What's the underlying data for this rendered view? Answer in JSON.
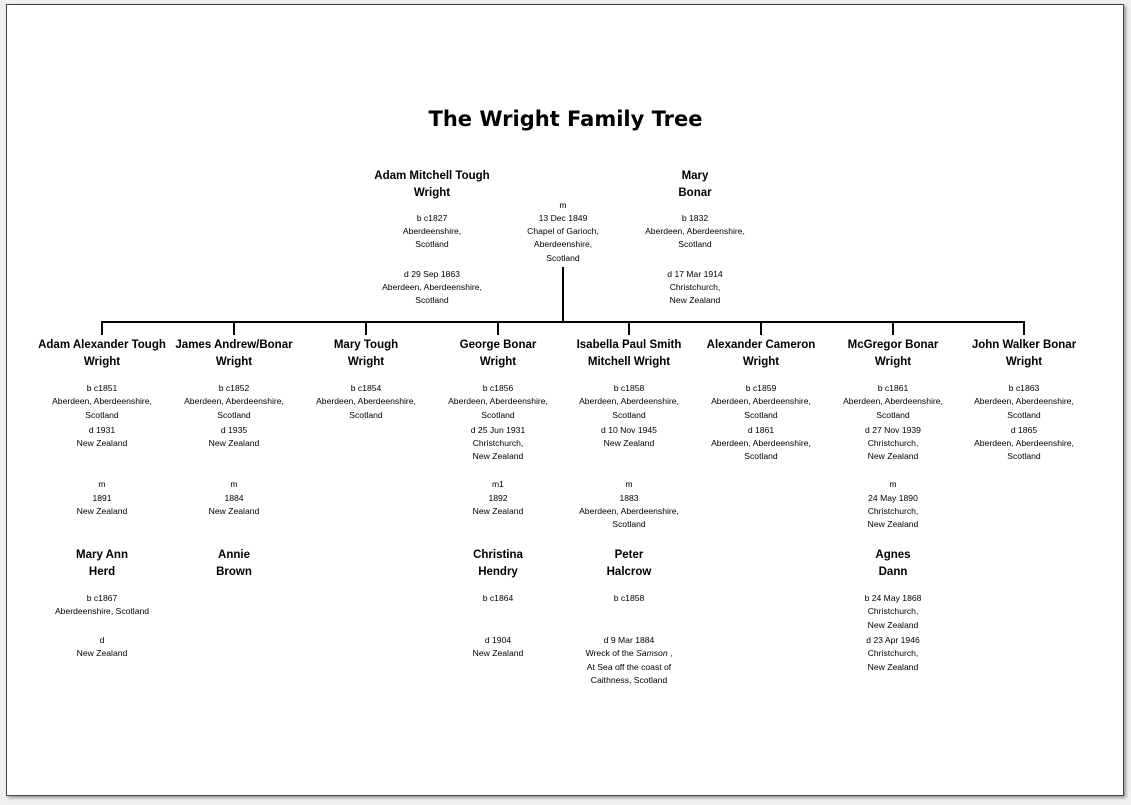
{
  "title": "The Wright Family Tree",
  "parents": {
    "father": {
      "name1": "Adam Mitchell Tough",
      "name2": "Wright",
      "birth": [
        "b c1827",
        "Aberdeenshire,",
        "Scotland"
      ],
      "death": [
        "d 29 Sep 1863",
        "Aberdeen, Aberdeenshire,",
        "Scotland"
      ]
    },
    "marriage": [
      "m",
      "13 Dec 1849",
      "Chapel of Garioch,",
      "Aberdeenshire,",
      "Scotland"
    ],
    "mother": {
      "name1": "Mary",
      "name2": "Bonar",
      "birth": [
        "b 1832",
        "Aberdeen, Aberdeenshire,",
        "Scotland"
      ],
      "death": [
        "d 17 Mar 1914",
        "Christchurch,",
        "New Zealand"
      ]
    }
  },
  "children": [
    {
      "name1": "Adam Alexander Tough",
      "name2": "Wright",
      "birth": [
        "b c1851",
        "Aberdeen, Aberdeenshire,",
        "Scotland"
      ],
      "death": [
        "d 1931",
        "New Zealand"
      ],
      "marriage": [
        "m",
        "1891",
        "New Zealand"
      ],
      "spouse": {
        "name1": "Mary Ann",
        "name2": "Herd",
        "birth": [
          "b c1867",
          "Aberdeenshire, Scotland"
        ],
        "death": [
          "d",
          "New Zealand"
        ]
      }
    },
    {
      "name1": "James Andrew/Bonar",
      "name2": "Wright",
      "birth": [
        "b c1852",
        "Aberdeen, Aberdeenshire,",
        "Scotland"
      ],
      "death": [
        "d 1935",
        "New Zealand"
      ],
      "marriage": [
        "m",
        "1884",
        "New Zealand"
      ],
      "spouse": {
        "name1": "Annie",
        "name2": "Brown",
        "birth": [],
        "death": []
      }
    },
    {
      "name1": "Mary Tough",
      "name2": "Wright",
      "birth": [
        "b c1854",
        "Aberdeen, Aberdeenshire,",
        "Scotland"
      ],
      "death": [],
      "marriage": [],
      "spouse": null
    },
    {
      "name1": "George Bonar",
      "name2": "Wright",
      "birth": [
        "b c1856",
        "Aberdeen, Aberdeenshire,",
        "Scotland"
      ],
      "death": [
        "d 25 Jun 1931",
        "Christchurch,",
        "New Zealand"
      ],
      "marriage": [
        "m1",
        "1892",
        "New Zealand"
      ],
      "spouse": {
        "name1": "Christina",
        "name2": "Hendry",
        "birth": [
          "b c1864"
        ],
        "death": [
          "d 1904",
          "New Zealand"
        ]
      }
    },
    {
      "name1": "Isabella Paul Smith",
      "name2": "Mitchell Wright",
      "birth": [
        "b c1858",
        "Aberdeen, Aberdeenshire,",
        "Scotland"
      ],
      "death": [
        "d 10 Nov 1945",
        "New Zealand"
      ],
      "marriage": [
        "m",
        "1883",
        "Aberdeen, Aberdeenshire,",
        "Scotland"
      ],
      "spouse": {
        "name1": "Peter",
        "name2": "Halcrow",
        "birth": [
          "b c1858"
        ],
        "death": [
          "d 9 Mar 1884",
          "Wreck of the ",
          "Samson",
          " ,",
          "At Sea off the coast of",
          "Caithness, Scotland"
        ]
      }
    },
    {
      "name1": "Alexander Cameron",
      "name2": "Wright",
      "birth": [
        "b c1859",
        "Aberdeen, Aberdeenshire,",
        "Scotland"
      ],
      "death": [
        "d 1861",
        "Aberdeen, Aberdeenshire,",
        "Scotland"
      ],
      "marriage": [],
      "spouse": null
    },
    {
      "name1": "McGregor Bonar",
      "name2": "Wright",
      "birth": [
        "b c1861",
        "Aberdeen, Aberdeenshire,",
        "Scotland"
      ],
      "death": [
        "d 27 Nov 1939",
        "Christchurch,",
        "New Zealand"
      ],
      "marriage": [
        "m",
        "24 May 1890",
        "Christchurch,",
        "New Zealand"
      ],
      "spouse": {
        "name1": "Agnes",
        "name2": "Dann",
        "birth": [
          "b 24 May 1868",
          "Christchurch,",
          "New Zealand"
        ],
        "death": [
          "d 23 Apr 1946",
          "Christchurch,",
          "New Zealand"
        ]
      }
    },
    {
      "name1": "John Walker Bonar",
      "name2": "Wright",
      "birth": [
        "b c1863",
        "Aberdeen, Aberdeenshire,",
        "Scotland"
      ],
      "death": [
        "d 1865",
        "Aberdeen, Aberdeenshire,",
        "Scotland"
      ],
      "marriage": [],
      "spouse": null
    }
  ]
}
